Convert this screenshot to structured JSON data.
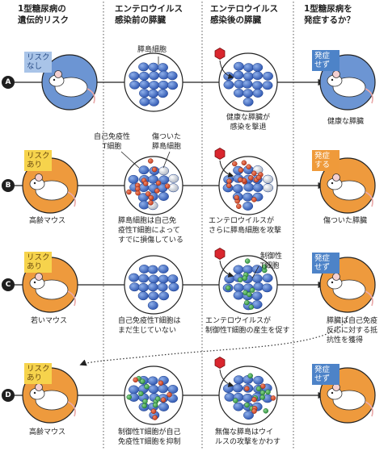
{
  "headers": {
    "col1": [
      "1型糖尿病の",
      "遺伝的リスク"
    ],
    "col2": [
      "エンテロウイルス",
      "感染前の膵臓"
    ],
    "col3": [
      "エンテロウイルス",
      "感染後の膵臓"
    ],
    "col4": [
      "1型糖尿病を",
      "発症するか？"
    ]
  },
  "rows": {
    "A": {
      "letter": "A",
      "risk": [
        "リスク",
        "なし"
      ],
      "outcome": [
        "発症",
        "せず"
      ],
      "beta_label": "膵島細胞",
      "after_caption": [
        "健康な膵臓が",
        "感染を撃退"
      ],
      "end_caption": "健康な膵臓"
    },
    "B": {
      "letter": "B",
      "risk": [
        "リスク",
        "あり"
      ],
      "mouse_caption": "高齢マウス",
      "autoimmune_label": [
        "自己免疫性",
        "T細胞"
      ],
      "damaged_label": [
        "傷ついた",
        "膵島細胞"
      ],
      "before_caption": [
        "膵島細胞は自己免",
        "疫性T細胞によって",
        "すでに損傷している"
      ],
      "after_caption": [
        "エンテロウイルスが",
        "さらに膵島細胞を攻撃"
      ],
      "outcome": [
        "発症",
        "する"
      ],
      "end_caption": "傷ついた膵臓"
    },
    "C": {
      "letter": "C",
      "risk": [
        "リスク",
        "あり"
      ],
      "mouse_caption": "若いマウス",
      "regulatory_label": [
        "制御性",
        "T細胞"
      ],
      "before_caption": [
        "自己免疫性T細胞は",
        "まだ生じていない"
      ],
      "after_caption": [
        "エンテロウイルスが",
        "制御性T細胞の産生を促す"
      ],
      "outcome": [
        "発症",
        "せず"
      ],
      "end_caption": [
        "膵臓は自己免疫",
        "反応に対する抵",
        "抗性を獲得"
      ]
    },
    "D": {
      "letter": "D",
      "risk": [
        "リスク",
        "あり"
      ],
      "mouse_caption": "高齢マウス",
      "before_caption": [
        "制御性T細胞が自己",
        "免疫性T細胞を抑制"
      ],
      "after_caption": [
        "無傷な膵島はウイ",
        "ルスの攻撃をかわす"
      ],
      "outcome": [
        "発症",
        "せず"
      ]
    }
  },
  "colors": {
    "blue_circle": "#6c95d3",
    "orange_circle": "#ee9a3d",
    "beta_cell": "#3a66c2",
    "autoimmune_t": "#d9482a",
    "regulatory_t": "#3aa84a",
    "virus": "#d9262e",
    "damaged": "#c9ced6",
    "tag_blue": "#4d83c8",
    "tag_yellow": "#f6d34c",
    "tag_orange": "#ef9a3a"
  }
}
